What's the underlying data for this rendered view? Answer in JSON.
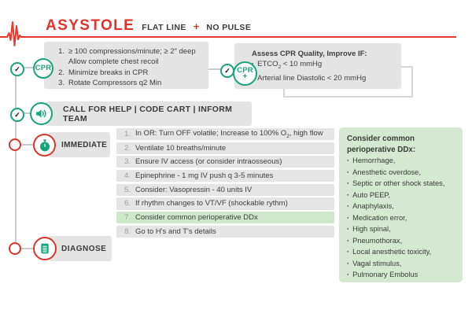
{
  "colors": {
    "teal": "#18a47d",
    "red": "#e0342a",
    "box_gray": "#e4e4e4",
    "panel_green": "#d5e8d1",
    "highlight_green": "#cfe7ca"
  },
  "header": {
    "title": "ASYSTOLE",
    "flatline": "FLAT LINE",
    "plus": "+",
    "nopulse": "NO PULSE"
  },
  "icons": {
    "checkmark": "✓",
    "plus": "+",
    "bullet": "·"
  },
  "cpr_box": {
    "circle_label": "CPR",
    "items": [
      {
        "num": "1.",
        "lines": [
          "≥ 100 compressions/minute; ≥ 2\" deep",
          "Allow complete chest recoil"
        ]
      },
      {
        "num": "2.",
        "lines": [
          "Minimize breaks in CPR"
        ]
      },
      {
        "num": "3.",
        "lines": [
          "Rotate Compressors q2 Min"
        ]
      }
    ]
  },
  "assess_box": {
    "circle_label": "CPR",
    "circle_plus": "+",
    "title": "Assess CPR Quality, Improve IF:",
    "bullets": [
      {
        "pre": "ETCO",
        "sub": "2",
        "post": " < 10 mmHg"
      },
      {
        "pre": "Arterial line Diastolic < 20 mmHg",
        "sub": "",
        "post": ""
      }
    ]
  },
  "call_row": {
    "label": "CALL FOR HELP | CODE CART | INFORM TEAM"
  },
  "immediate": {
    "label": "IMMEDIATE",
    "steps": [
      {
        "num": "1.",
        "pre": "In OR: Turn OFF volatile; Increase to 100% O",
        "sub": "2",
        "post": ", high flow",
        "highlight": false
      },
      {
        "num": "2.",
        "pre": "Ventilate 10 breaths/minute",
        "sub": "",
        "post": "",
        "highlight": false
      },
      {
        "num": "3.",
        "pre": "Ensure IV access (or consider intraosseous)",
        "sub": "",
        "post": "",
        "highlight": false
      },
      {
        "num": "4.",
        "pre": "Epinephrine - 1 mg IV push q 3-5 minutes",
        "sub": "",
        "post": "",
        "highlight": false
      },
      {
        "num": "5.",
        "pre": "Consider: Vasopressin - 40 units IV",
        "sub": "",
        "post": "",
        "highlight": false
      },
      {
        "num": "6.",
        "pre": "If rhythm changes to VT/VF (shockable rythm)",
        "sub": "",
        "post": "",
        "highlight": false
      },
      {
        "num": "7.",
        "pre": "Consider common perioperative DDx",
        "sub": "",
        "post": "",
        "highlight": true
      },
      {
        "num": "8.",
        "pre": "Go to H's and T's details",
        "sub": "",
        "post": "",
        "highlight": false
      }
    ]
  },
  "ddx_panel": {
    "title_line1": "Consider common",
    "title_line2": "perioperative DDx:",
    "items": [
      "Hemorrhage,",
      "Anesthetic overdose,",
      "Septic or other shock states,",
      "Auto PEEP,",
      "Anaphylaxis,",
      "Medication error,",
      "High spinal,",
      "Pneumothorax,",
      "Local anesthetic toxicity,",
      "Vagal stimulus,",
      "Pulmonary Embolus"
    ]
  },
  "diagnose": {
    "label": "DIAGNOSE"
  }
}
